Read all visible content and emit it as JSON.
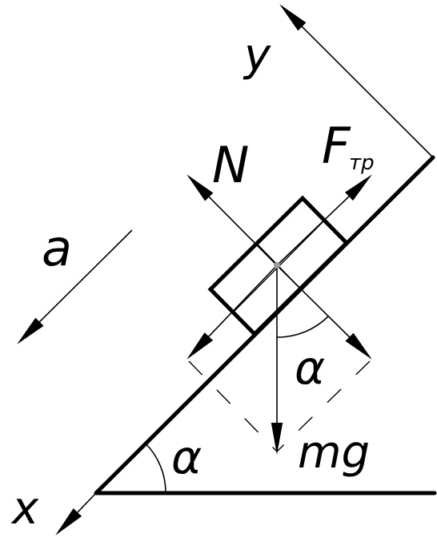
{
  "labels": {
    "y_axis": "y",
    "x_axis": "x",
    "normal_force": "N",
    "friction_force": "F",
    "friction_subscript": "тр",
    "acceleration": "a",
    "gravity": "mg",
    "angle_at_gravity": "α",
    "angle_at_base": "α"
  },
  "colors": {
    "stroke": "#000000",
    "center_point": "#9a9a9a",
    "background": "#ffffff"
  }
}
